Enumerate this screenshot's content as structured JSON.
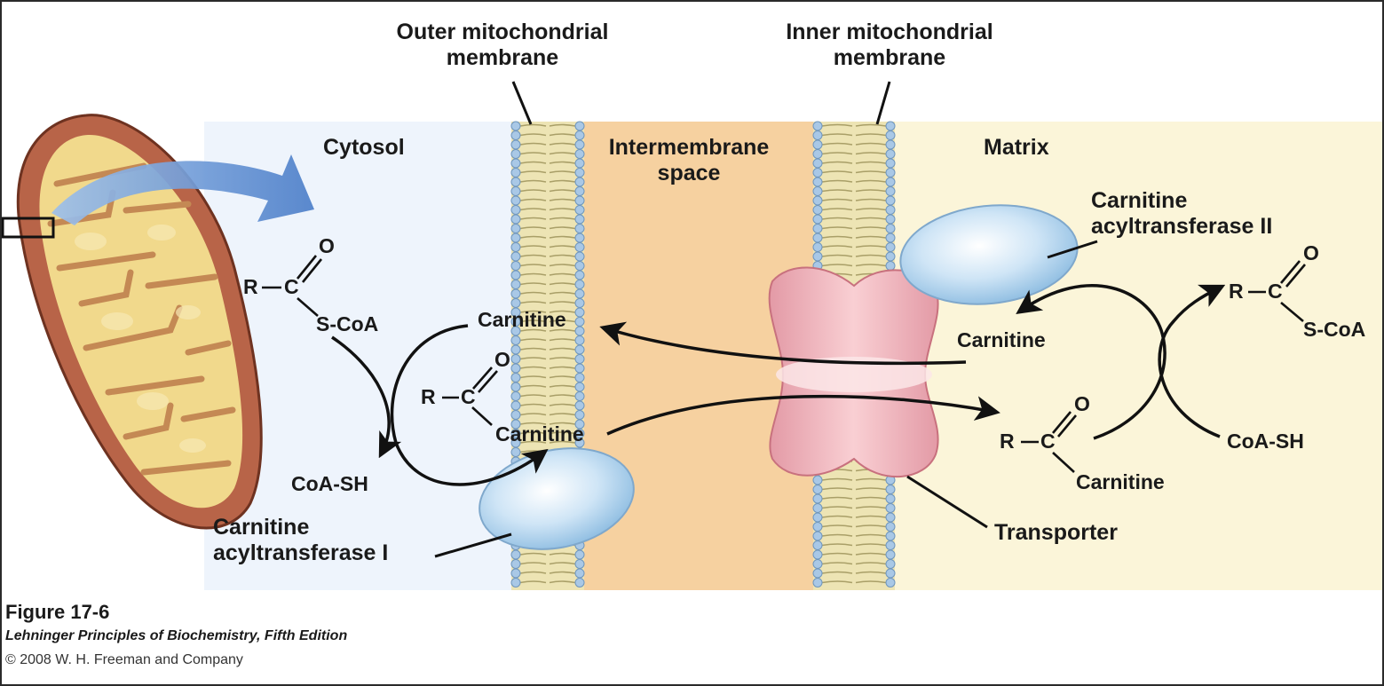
{
  "colors": {
    "cytosol": "#eef4fc",
    "intermembrane": "#f6d1a0",
    "matrix": "#fbf5d9",
    "membrane_head": "#a9c8e6",
    "membrane_tail": "#ede4b4",
    "enzyme": "#b7d8f0",
    "transporter": "#f3b7bd",
    "mito_outer": "#b86448",
    "mito_inner": "#efd784",
    "arrow": "#111111",
    "zoom_arrow": "#6a95d2"
  },
  "labels": {
    "outer_membrane": [
      "Outer mitochondrial",
      "membrane"
    ],
    "inner_membrane": [
      "Inner mitochondrial",
      "membrane"
    ],
    "cytosol": "Cytosol",
    "intermembrane_space": [
      "Intermembrane",
      "space"
    ],
    "matrix": "Matrix",
    "cat1": [
      "Carnitine",
      "acyltransferase I"
    ],
    "cat2": [
      "Carnitine",
      "acyltransferase II"
    ],
    "transporter": "Transporter"
  },
  "cytosol_side": {
    "acyl_coa": {
      "r": "R",
      "c": "C",
      "o": "O",
      "s": "S-CoA"
    },
    "coa_sh": "CoA-SH",
    "carnitine_top": "Carnitine",
    "acylcarnitine": {
      "r": "R",
      "c": "C",
      "o": "O",
      "carnitine": "Carnitine"
    }
  },
  "matrix_side": {
    "carnitine": "Carnitine",
    "acyl_coa": {
      "r": "R",
      "c": "C",
      "o": "O",
      "s": "S-CoA"
    },
    "coa_sh": "CoA-SH",
    "acylcarnitine": {
      "r": "R",
      "c": "C",
      "o": "O",
      "carnitine": "Carnitine"
    }
  },
  "caption": {
    "figure": "Figure 17-6",
    "book": "Lehninger Principles of Biochemistry, Fifth Edition",
    "copyright": "© 2008 W. H. Freeman and Company"
  }
}
